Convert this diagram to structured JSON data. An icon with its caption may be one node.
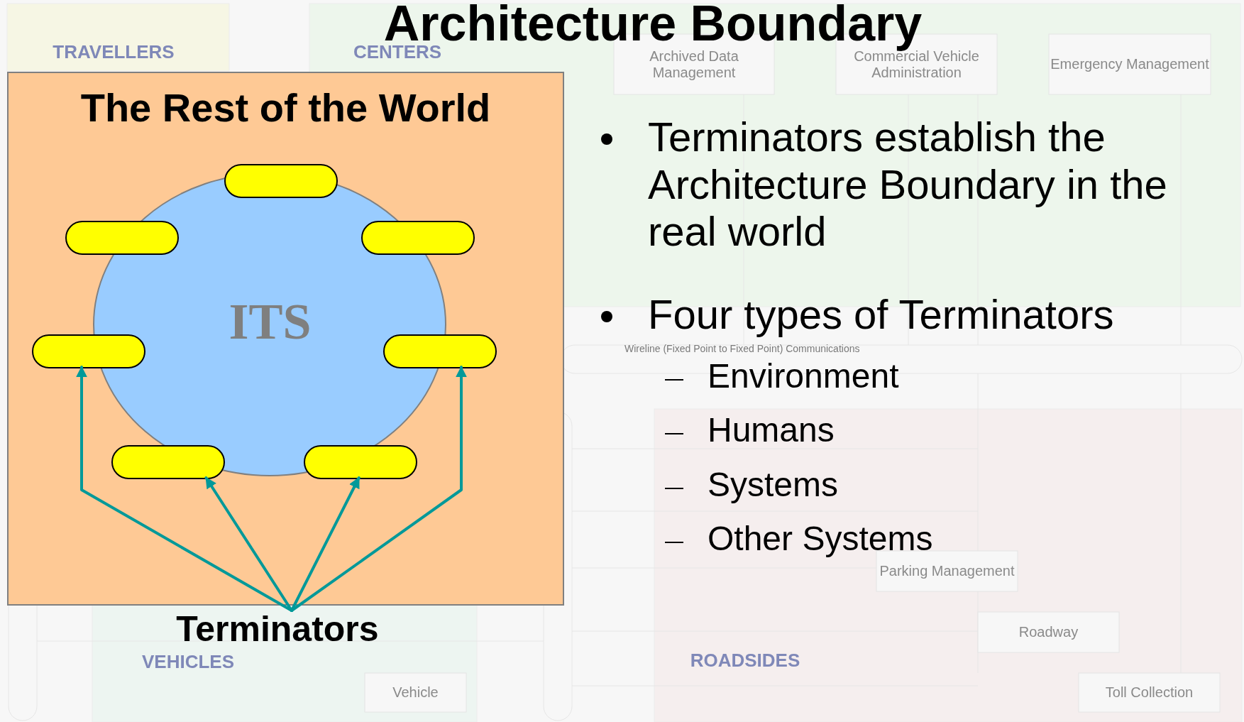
{
  "diagram": {
    "title": "Architecture Boundary",
    "nodes": [
      {
        "text": [
          "The Rest of the World"
        ]
      },
      {
        "text": [
          "ITS"
        ],
        "in": 0
      },
      {
        "text": [],
        "shape": "box",
        "in": 0
      },
      {
        "text": [],
        "shape": "box",
        "in": 0
      },
      {
        "text": [],
        "shape": "box",
        "in": 0
      },
      {
        "text": [],
        "shape": "box",
        "in": 0
      },
      {
        "text": [],
        "shape": "box",
        "in": 0
      },
      {
        "text": [],
        "shape": "box",
        "in": 0
      },
      {
        "text": [],
        "shape": "box",
        "in": 0
      },
      {
        "text": [
          "Terminators"
        ]
      }
    ],
    "edges": [
      {
        "from": 9,
        "to": 5,
        "arrow": "to"
      },
      {
        "from": 9,
        "to": 7,
        "arrow": "to"
      },
      {
        "from": 9,
        "to": 8,
        "arrow": "to"
      },
      {
        "from": 9,
        "to": 6,
        "arrow": "to"
      }
    ],
    "labels": [
      "TRAVELLERS",
      "CENTERS",
      "Archived Data Management",
      "Commercial Vehicle Administration",
      "Emergency Management",
      "Terminators establish the Architecture Boundary in the real world",
      "Four types of Terminators",
      "Wireline (Fixed Point to Fixed Point) Communications",
      "Environment",
      "Humans",
      "Systems",
      "Other Systems",
      "Parking Management",
      "Roadway",
      "VEHICLES",
      "ROADSIDES",
      "Vehicle",
      "Toll Collection"
    ]
  }
}
